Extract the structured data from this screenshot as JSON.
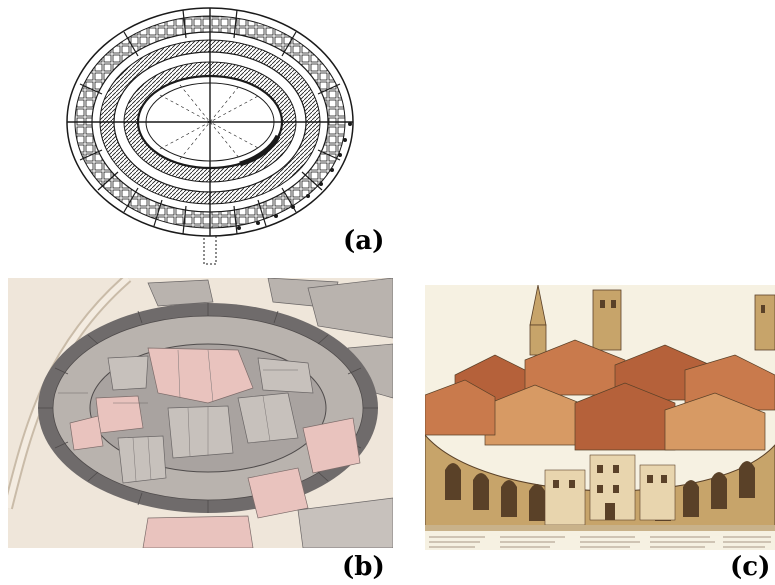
{
  "figure": {
    "panels": [
      {
        "id": "a",
        "label": "(a)",
        "kind": "architectural floor plan of an oval amphitheatre"
      },
      {
        "id": "b",
        "label": "(b)",
        "kind": "cadastral plan with houses built inside the arena"
      },
      {
        "id": "c",
        "label": "(c)",
        "kind": "engraving of the amphitheatre filled with a medieval town"
      }
    ]
  },
  "colors": {
    "plan_ink": "#1a1a1a",
    "map_paper": "#efe6da",
    "map_ring": "#6f6b6b",
    "map_gray_lot": "#b9b3ae",
    "map_pink_lot": "#e9c3be",
    "engraving_sky": "#f6f1e2",
    "engraving_stone": "#c7a46a",
    "engraving_roof": "#b5613a",
    "engraving_shadow": "#5a4128"
  }
}
